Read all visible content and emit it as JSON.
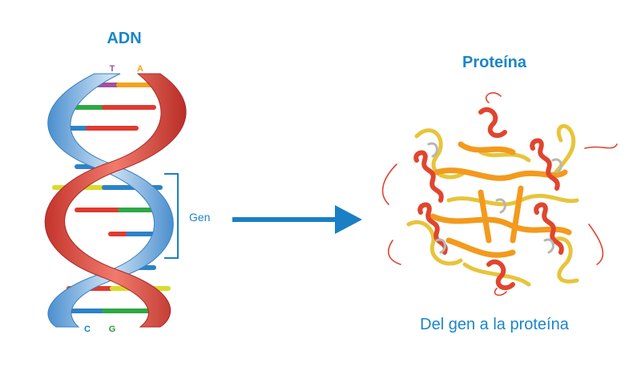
{
  "dna": {
    "title": "ADN",
    "gene_label": "Gen",
    "top_bases": [
      {
        "letter": "T",
        "color": "#a2509e"
      },
      {
        "letter": "A",
        "color": "#f4a31c"
      }
    ],
    "bottom_bases": [
      {
        "letter": "C",
        "color": "#1a7fc4"
      },
      {
        "letter": "G",
        "color": "#2a9a3c"
      }
    ],
    "strand_colors": {
      "red": "#e0453c",
      "blue": "#6aa8dc"
    },
    "base_colors": {
      "purple": "#a2509e",
      "orange": "#f4a31c",
      "green": "#2ea844",
      "red": "#e03a30",
      "blue": "#2c83c8",
      "yellow": "#d9dc2a"
    }
  },
  "protein": {
    "title": "Proteína",
    "colors": {
      "red": "#e0452e",
      "orange": "#f39a1d",
      "yellow": "#e7c43a"
    }
  },
  "arrow": {
    "color": "#1a7fc4"
  },
  "caption": "Del gen a la proteína"
}
